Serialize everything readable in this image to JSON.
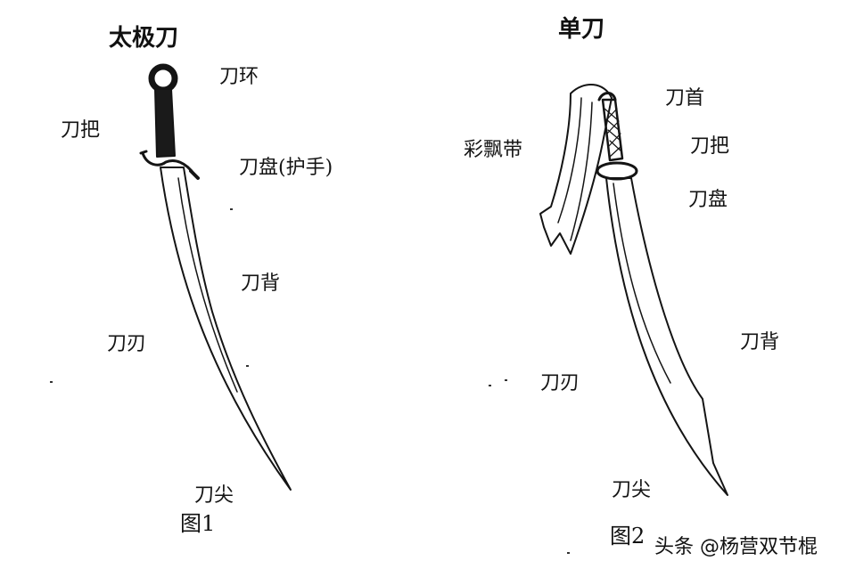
{
  "taiji": {
    "title": "太极刀",
    "ring": "刀环",
    "handle": "刀把",
    "guard": "刀盘(护手)",
    "back": "刀背",
    "edge": "刀刃",
    "tip": "刀尖",
    "caption": "图1"
  },
  "dan": {
    "title": "单刀",
    "pommel": "刀首",
    "ribbon": "彩飘带",
    "handle": "刀把",
    "guard": "刀盘",
    "back": "刀背",
    "edge": "刀刃",
    "tip": "刀尖",
    "caption": "图2"
  },
  "watermark": "头条 @杨营双节棍",
  "colors": {
    "ink": "#141414",
    "paper": "#ffffff"
  }
}
